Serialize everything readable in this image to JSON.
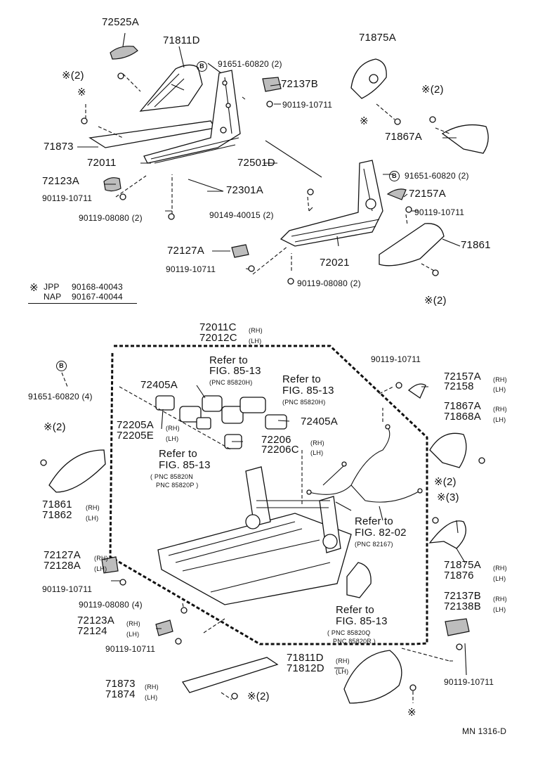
{
  "top_section": {
    "p72525A": "72525A",
    "p71811D": "71811D",
    "p91651_top": "91651-60820 (2)",
    "p71875A": "71875A",
    "p72137B": "72137B",
    "p90119_a": "90119-10711",
    "p71867A": "71867A",
    "p71873": "71873",
    "p72011": "72011",
    "p72501D": "72501D",
    "p91651_mid": "91651-60820 (2)",
    "p72123A": "72123A",
    "p90119_b": "90119-10711",
    "p72157A": "72157A",
    "p72301A": "72301A",
    "p90119_c": "90119-10711",
    "p90149": "90149-40015 (2)",
    "p90119_08080": "90119-08080 (2)",
    "p71861": "71861",
    "p72127A": "72127A",
    "p72021": "72021",
    "p90119_d": "90119-10711",
    "p90119_08080_b": "90119-08080 (2)",
    "note_x2_a": "※(2)",
    "note_x_a": "※",
    "note_x2_b": "※(2)",
    "note_x_b": "※",
    "note_x2_c": "※(2)",
    "legend_mark": "※",
    "legend_jpp": "JPP",
    "legend_jpp_pn": "90168-40043",
    "legend_nap": "NAP",
    "legend_nap_pn": "90167-40044",
    "circle_b": "B"
  },
  "bottom_section": {
    "p72011C": "72011C",
    "p72012C": "72012C",
    "rh": "(RH)",
    "lh": "(LH)",
    "p91651_b": "91651-60820 (4)",
    "refer_to": "Refer to",
    "fig_8513": "FIG. 85-13",
    "pnc_85820H": "(PNC 85820H)",
    "pnc_85820H_b": "(PNC 85820H)",
    "pnc_85820N": "PNC 85820N",
    "pnc_85820P": "PNC 85820P",
    "pnc_85820Q": "PNC 85820Q",
    "pnc_85820R": "PNC 85820R",
    "fig_8202": "FIG. 82-02",
    "pnc_82167": "(PNC 82167)",
    "p72405A": "72405A",
    "p72405A_b": "72405A",
    "p72205A": "72205A",
    "p72205E": "72205E",
    "p72206": "72206",
    "p72206C": "72206C",
    "p90119_e": "90119-10711",
    "p72157A_b": "72157A",
    "p72158": "72158",
    "p71867A_b": "71867A",
    "p71868A": "71868A",
    "p71861_b": "71861",
    "p71862": "71862",
    "p71875A_b": "71875A",
    "p71876": "71876",
    "p72127A_b": "72127A",
    "p72128A": "72128A",
    "p90119_f": "90119-10711",
    "p90119_08080_4": "90119-08080 (4)",
    "p72137B_b": "72137B",
    "p72138B": "72138B",
    "p72123A_b": "72123A",
    "p72124": "72124",
    "p90119_g": "90119-10711",
    "p90119_h": "90119-10711",
    "p71811D_b": "71811D",
    "p71812D": "71812D",
    "p71873_b": "71873",
    "p71874": "71874",
    "note_x2_d": "※(2)",
    "note_x2_e": "※(2)",
    "note_x3": "※(3)",
    "note_x2_f": "※(2)",
    "note_x_c": "※"
  },
  "footer": {
    "code": "MN  1316-D"
  }
}
